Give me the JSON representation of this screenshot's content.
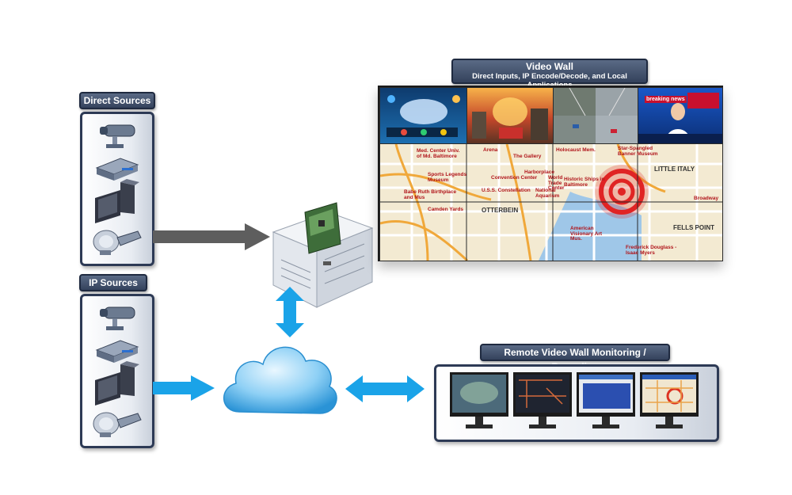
{
  "direct_sources": {
    "title": "Direct Sources"
  },
  "ip_sources": {
    "title": "IP Sources"
  },
  "video_wall": {
    "title": "Video Wall",
    "subtitle": "Direct Inputs, IP Encode/Decode, and Local Applications",
    "map_labels": [
      "Med. Center Univ. of Md. Baltimore",
      "Sports Legends Museum",
      "Babe Ruth Birthplace and Mus",
      "Convention Center",
      "U.S.S. Constellation",
      "Holocaust Mem.",
      "Star-Spangled Banner Museum",
      "Historic Ships in Baltimore",
      "LITTLE ITALY",
      "OTTERBEIN",
      "Camden Yards",
      "American Visionary Art Mus.",
      "FELLS POINT",
      "Broadway",
      "Frederick Douglass - Isaac Myers",
      "Arena",
      "The Gallery",
      "Harborplace",
      "World Trade Center",
      "National Aquarium"
    ],
    "news_label": "breaking news"
  },
  "remote": {
    "title": "Remote Video Wall Monitoring / Recording"
  },
  "colors": {
    "tab_bg": "#3e4c68",
    "panel_border": "#2d3a55",
    "blue_arrow": "#1aa3e8",
    "gray_arrow": "#5e5e5e"
  }
}
